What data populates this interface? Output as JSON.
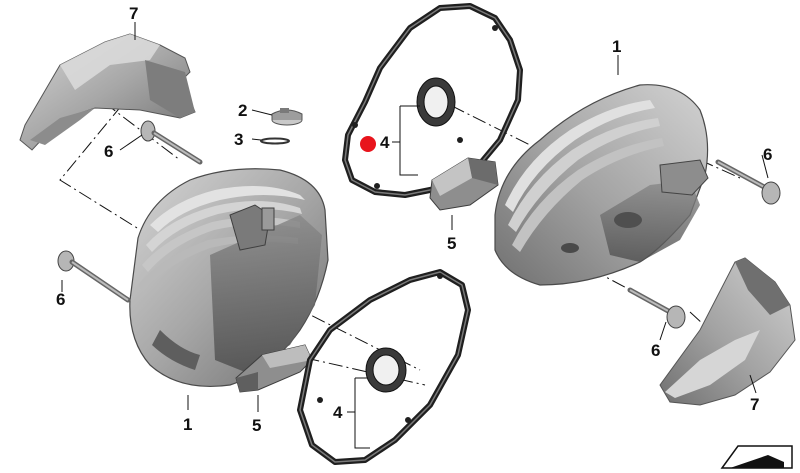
{
  "colors": {
    "part_fill": "#a9a9a9",
    "part_light": "#cfcfcf",
    "part_dark": "#6f6f6f",
    "gasket": "#2b2b2b",
    "line": "#111111",
    "marker": "#e8141c"
  },
  "callouts": {
    "c1a": "1",
    "c1b": "1",
    "c2": "2",
    "c3": "3",
    "c4a": "4",
    "c4b": "4",
    "c5a": "5",
    "c5b": "5",
    "c6a": "6",
    "c6b": "6",
    "c6c": "6",
    "c6d": "6",
    "c7a": "7",
    "c7b": "7"
  },
  "icons": {
    "corner": "folder-icon",
    "marker": "red-dot-marker"
  }
}
